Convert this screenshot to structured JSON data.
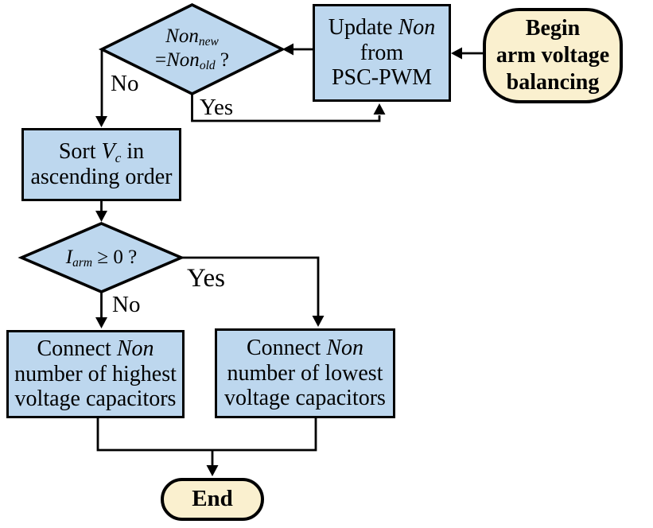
{
  "colors": {
    "node_fill": "#BDD7EE",
    "terminator_fill": "#FAF0CF",
    "line": "#000000"
  },
  "nodes": {
    "begin": {
      "line1": "Begin",
      "line2": "arm voltage",
      "line3": "balancing"
    },
    "update_non": {
      "line1_text": "Update ",
      "line1_var": "Non",
      "line2": "from",
      "line3": "PSC-PWM"
    },
    "non_decision": {
      "line1_var": "Non",
      "line1_sub": "new",
      "line2_prefix": "=",
      "line2_var": "Non",
      "line2_sub": "old",
      "line2_suffix": " ?"
    },
    "sort": {
      "line1_prefix": "Sort ",
      "line1_var": "V",
      "line1_sub": "c",
      "line1_suffix": " in",
      "line2": "ascending order"
    },
    "iarm_decision": {
      "var": "I",
      "sub": "arm",
      "suffix": " ≥ 0 ?"
    },
    "connect_highest": {
      "line1_prefix": "Connect ",
      "line1_var": "Non",
      "line2": "number of highest",
      "line3": "voltage capacitors"
    },
    "connect_lowest": {
      "line1_prefix": "Connect ",
      "line1_var": "Non",
      "line2": "number of lowest",
      "line3": "voltage capacitors"
    },
    "end": {
      "label": "End"
    }
  },
  "edge_labels": {
    "non_no": "No",
    "non_yes": "Yes",
    "iarm_no": "No",
    "iarm_yes": "Yes"
  }
}
